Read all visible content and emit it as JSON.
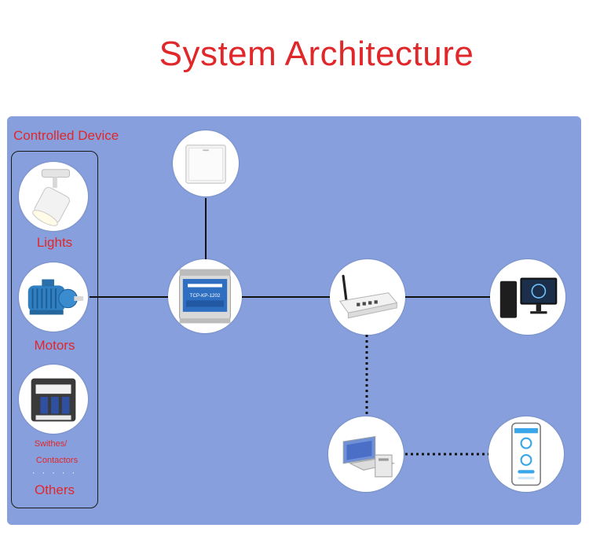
{
  "title": "System Architecture",
  "controlled_group": {
    "label": "Controlled Device",
    "devices": [
      {
        "label": "Lights",
        "icon": "track-light-icon"
      },
      {
        "label": "Motors",
        "icon": "electric-motor-icon"
      },
      {
        "label_line1": "Swithes/",
        "label_line2": "Contactors",
        "dots": "· · · · ·",
        "label_line3": "Others",
        "icon": "contactor-icon"
      }
    ]
  },
  "relay_label": "TCP-KP-1202",
  "colors": {
    "title": "#e0272a",
    "panel": "#87a0dd",
    "labels": "#e0272a"
  }
}
